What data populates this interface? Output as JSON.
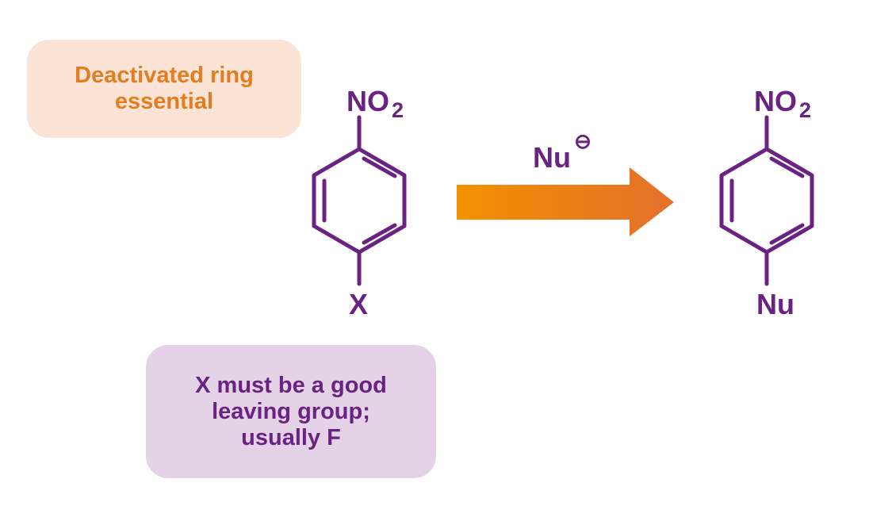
{
  "notes": {
    "ring": [
      "Deactivated ring",
      "essential"
    ],
    "leaving_group": [
      "X must be a good",
      "leaving group;",
      "usually F"
    ]
  },
  "reactant": {
    "top_group": "NO",
    "top_group_sub": "2",
    "bottom_group": "X"
  },
  "reagent": {
    "label": "Nu",
    "charge": "⊖"
  },
  "product": {
    "top_group": "NO",
    "top_group_sub": "2",
    "bottom_group": "Nu"
  },
  "colors": {
    "molecule": "#6a2382",
    "arrow_start": "#f29100",
    "arrow_end": "#e4702c",
    "note_orange_bg": "#fbe4d5",
    "note_orange_text": "#e37d22",
    "note_purple_bg": "#e4d2e6",
    "note_purple_text": "#6a2382"
  }
}
